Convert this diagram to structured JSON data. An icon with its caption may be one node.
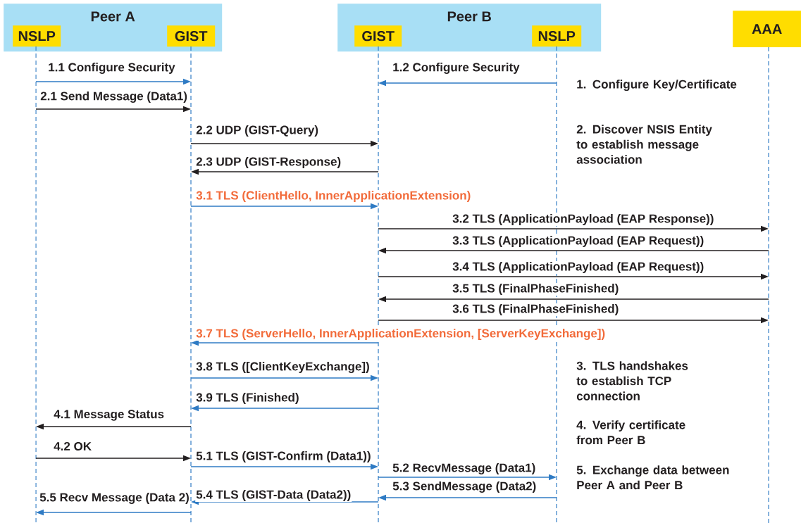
{
  "diagram": {
    "nodes": [
      {
        "text": [
          "Peer A"
        ]
      },
      {
        "text": [
          "NSLP"
        ],
        "in": 0
      },
      {
        "text": [
          "GIST"
        ],
        "in": 0
      },
      {
        "text": [
          "Peer B"
        ]
      },
      {
        "text": [
          "GIST"
        ],
        "in": 3
      },
      {
        "text": [
          "NSLP"
        ],
        "in": 3
      },
      {
        "text": [
          "AAA"
        ]
      },
      {
        "text": [],
        "shape": "line"
      },
      {
        "text": [],
        "shape": "line"
      },
      {
        "text": [],
        "shape": "line"
      },
      {
        "text": [],
        "shape": "line"
      },
      {
        "text": [],
        "shape": "line"
      }
    ],
    "edges": [
      {
        "from": 7,
        "to": 8,
        "arrow": "to",
        "label": "1.1 Configure Security"
      },
      {
        "from": 10,
        "to": 9,
        "arrow": "to",
        "label": "1.2 Configure Security"
      },
      {
        "from": 7,
        "to": 8,
        "arrow": "to",
        "label": "2.1 Send Message (Data1)",
        "color": "#231f20"
      },
      {
        "from": 8,
        "to": 9,
        "arrow": "to",
        "label": "2.2 UDP (GIST-Query)",
        "color": "#231f20"
      },
      {
        "from": 9,
        "to": 8,
        "arrow": "to",
        "label": "2.3 UDP (GIST-Response)",
        "color": "#231f20"
      },
      {
        "from": 8,
        "to": 9,
        "arrow": "to",
        "label": "3.1 TLS (ClientHello, InnerApplicationExtension)"
      },
      {
        "from": 9,
        "to": 11,
        "arrow": "to",
        "label": "3.2 TLS (ApplicationPayload (EAP Response))",
        "color": "#231f20"
      },
      {
        "from": 11,
        "to": 9,
        "arrow": "to",
        "label": "3.3 TLS (ApplicationPayload (EAP Request))",
        "color": "#231f20"
      },
      {
        "from": 9,
        "to": 11,
        "arrow": "to",
        "label": "3.4 TLS (ApplicationPayload (EAP Request))",
        "color": "#231f20"
      },
      {
        "from": 11,
        "to": 9,
        "arrow": "to",
        "label": "3.5 TLS (FinalPhaseFinished)",
        "color": "#231f20"
      },
      {
        "from": 9,
        "to": 11,
        "arrow": "to",
        "label": "3.6 TLS (FinalPhaseFinished)",
        "color": "#231f20"
      },
      {
        "from": 9,
        "to": 8,
        "arrow": "to",
        "label": "3.7 TLS (ServerHello, InnerApplicationExtension, [ServerKeyExchange])"
      },
      {
        "from": 8,
        "to": 9,
        "arrow": "to",
        "label": "3.8 TLS ([ClientKeyExchange])"
      },
      {
        "from": 9,
        "to": 8,
        "arrow": "to",
        "label": "3.9 TLS (Finished)"
      },
      {
        "from": 8,
        "to": 7,
        "arrow": "to",
        "label": "4.1 Message Status",
        "color": "#231f20"
      },
      {
        "from": 7,
        "to": 8,
        "arrow": "to",
        "label": "4.2 OK",
        "color": "#231f20"
      },
      {
        "from": 8,
        "to": 9,
        "arrow": "to",
        "label": "5.1 TLS (GIST-Confirm (Data1))"
      },
      {
        "from": 9,
        "to": 10,
        "arrow": "to",
        "label": "5.2 RecvMessage (Data1)"
      },
      {
        "from": 10,
        "to": 9,
        "arrow": "to",
        "label": "5.3 SendMessage (Data2)"
      },
      {
        "from": 9,
        "to": 8,
        "arrow": "to",
        "label": "5.4 TLS (GIST-Data (Data2))"
      },
      {
        "from": 8,
        "to": 7,
        "arrow": "to",
        "label": "5.5 Recv Message (Data 2)"
      }
    ],
    "labels": [
      "1. Configure Key/Certificate",
      "2. Discover NSIS Entity to establish message association",
      "3. TLS handshakes to establish TCP connection",
      "4. Verify certificate from Peer B",
      "5. Exchange data between Peer A and Peer B"
    ]
  }
}
